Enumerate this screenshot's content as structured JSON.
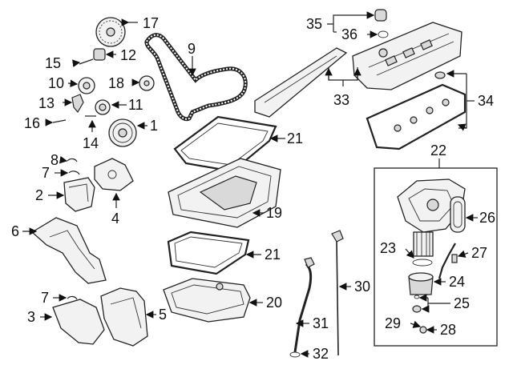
{
  "diagram": {
    "callouts": {
      "c1": "1",
      "c2": "2",
      "c3": "3",
      "c4": "4",
      "c5": "5",
      "c6": "6",
      "c7a": "7",
      "c7b": "7",
      "c8": "8",
      "c9": "9",
      "c10": "10",
      "c11": "11",
      "c12": "12",
      "c13": "13",
      "c14": "14",
      "c15": "15",
      "c16": "16",
      "c17": "17",
      "c18": "18",
      "c19": "19",
      "c20": "20",
      "c21a": "21",
      "c21b": "21",
      "c22": "22",
      "c23": "23",
      "c24": "24",
      "c25": "25",
      "c26": "26",
      "c27": "27",
      "c28": "28",
      "c29": "29",
      "c30": "30",
      "c31": "31",
      "c32": "32",
      "c33": "33",
      "c34": "34",
      "c35": "35",
      "c36": "36"
    }
  }
}
